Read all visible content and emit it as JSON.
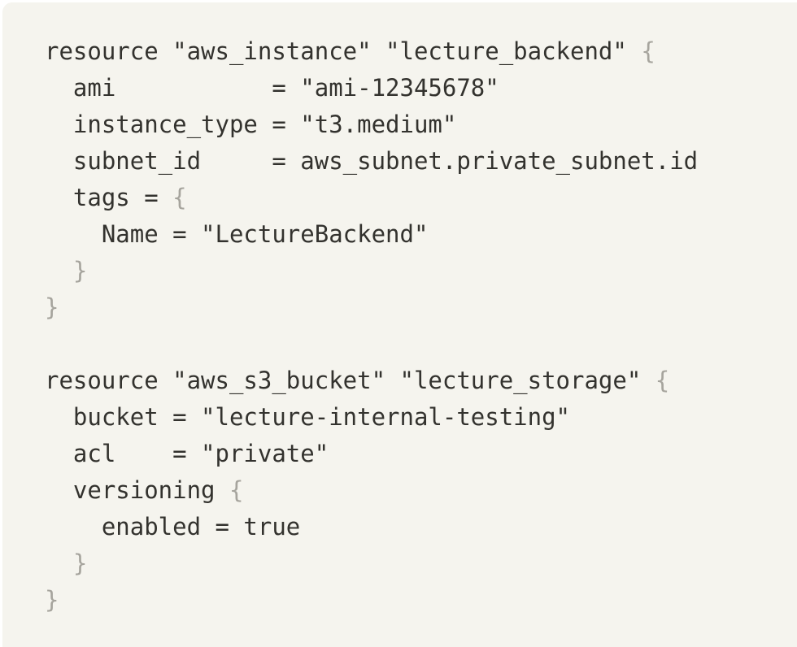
{
  "colors": {
    "page_bg": "#ffffff",
    "panel_bg": "#f5f4ee",
    "code_fg": "#33322e",
    "punct_fg": "#a6a49d"
  },
  "code_block": {
    "language": "terraform",
    "lines": [
      "resource \"aws_instance\" \"lecture_backend\" {",
      "  ami           = \"ami-12345678\"",
      "  instance_type = \"t3.medium\"",
      "  subnet_id     = aws_subnet.private_subnet.id",
      "  tags = {",
      "    Name = \"LectureBackend\"",
      "  }",
      "}",
      "",
      "resource \"aws_s3_bucket\" \"lecture_storage\" {",
      "  bucket = \"lecture-internal-testing\"",
      "  acl    = \"private\"",
      "  versioning {",
      "    enabled = true",
      "  }",
      "}"
    ]
  }
}
